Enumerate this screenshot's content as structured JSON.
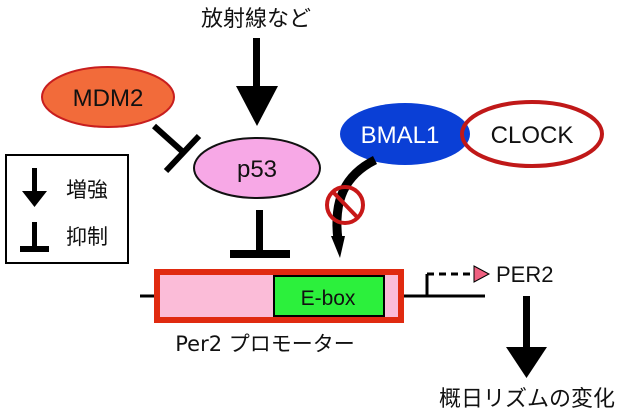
{
  "top_label": "放射線など",
  "nodes": {
    "mdm2": {
      "label": "MDM2",
      "fill": "#f26b3a",
      "stroke": "#c81e1e"
    },
    "p53": {
      "label": "p53",
      "fill": "#f7a8e6",
      "stroke": "#111111"
    },
    "bmal1": {
      "label": "BMAL1",
      "fill": "#0a3fd6",
      "text_color": "#ffffff"
    },
    "clock": {
      "label": "CLOCK",
      "fill": "#ffffff",
      "stroke": "#c01818"
    }
  },
  "legend": {
    "items": [
      {
        "symbol": "arrow",
        "label": "増強"
      },
      {
        "symbol": "t-bar",
        "label": "抑制"
      }
    ]
  },
  "promoter": {
    "ebox_label": "E-box",
    "caption": "Per2 プロモーター",
    "box_fill": "#fbbcd8",
    "box_stroke": "#e02a10",
    "ebox_fill": "#2cf03c"
  },
  "product_label": "PER2",
  "outcome_label": "概日リズムの変化",
  "prohibit_color": "#c81818"
}
